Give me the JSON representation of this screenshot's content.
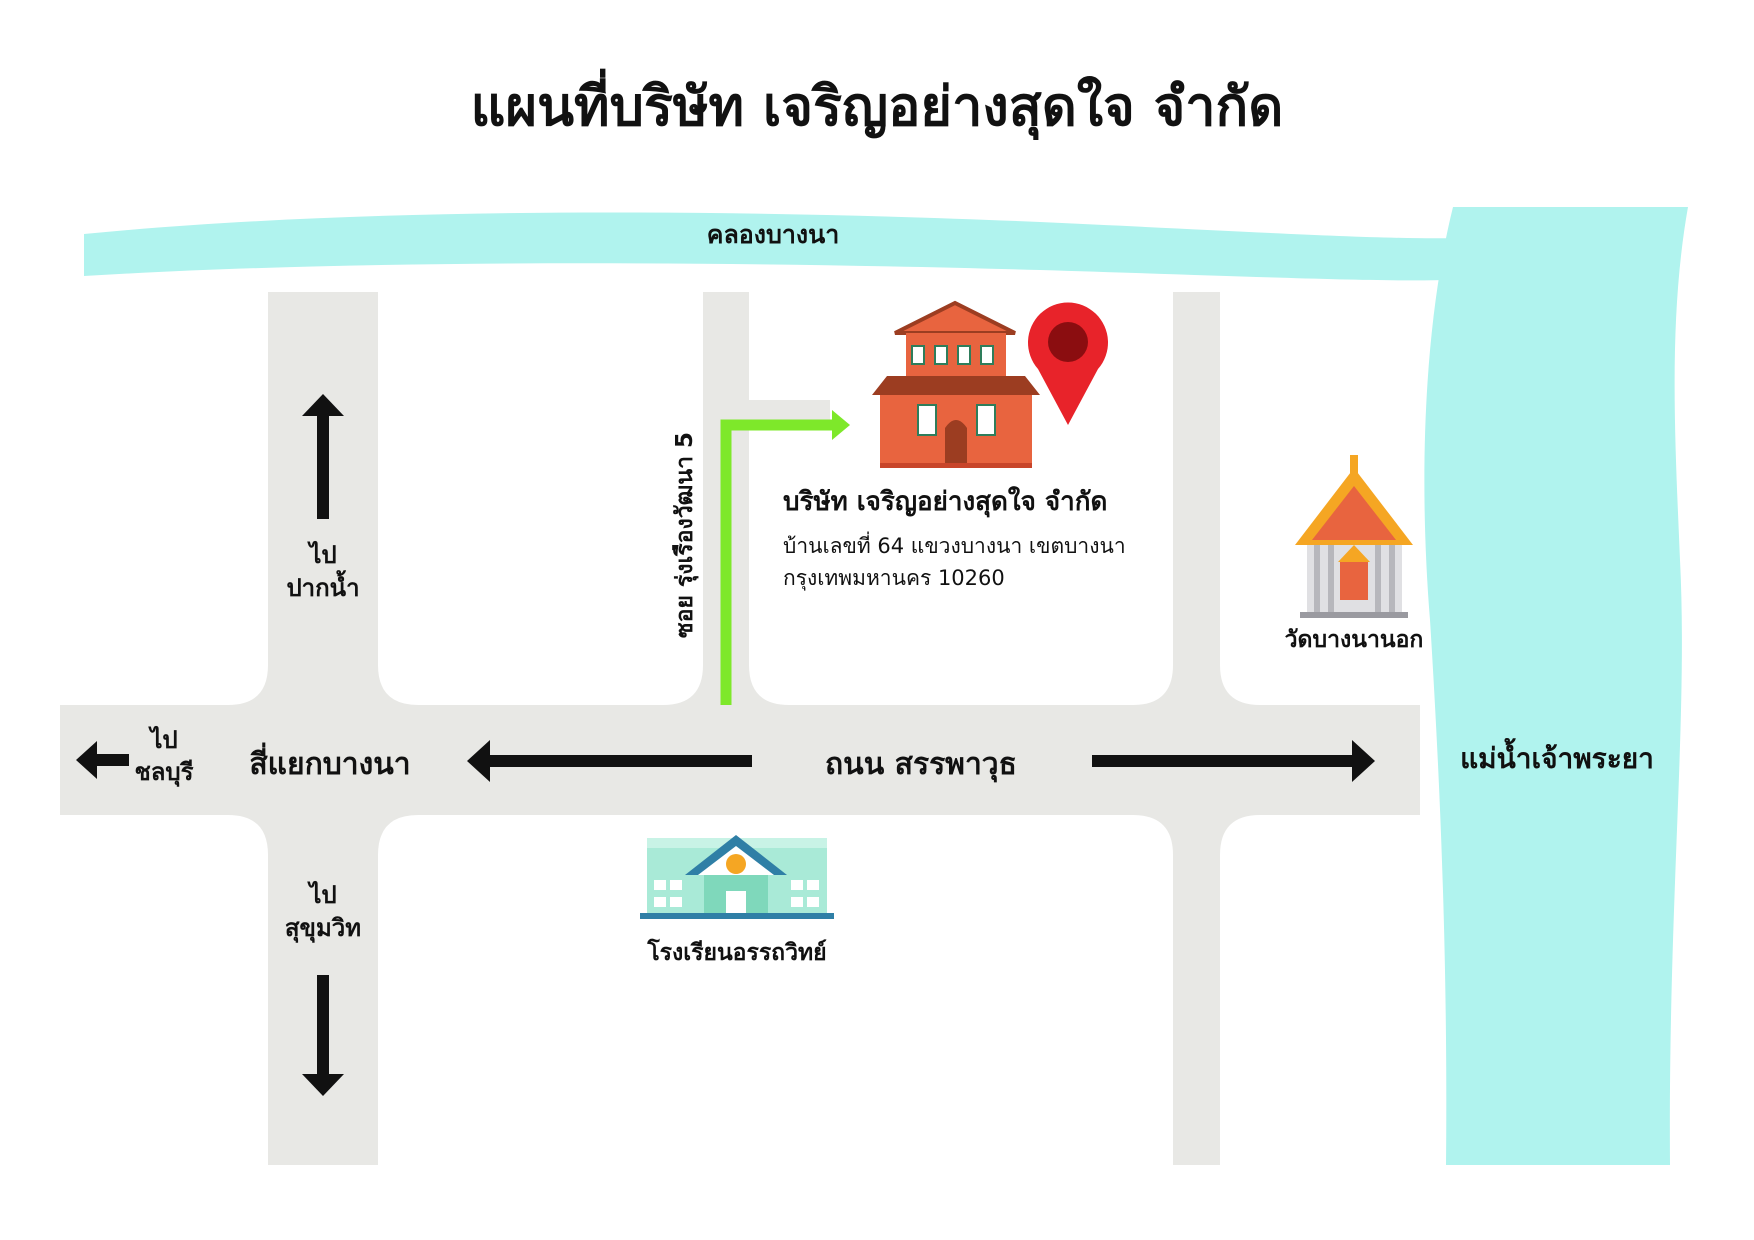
{
  "title": "แผนที่บริษัท เจริญอย่างสุดใจ จำกัด",
  "company": {
    "name": "บริษัท เจริญอย่างสุดใจ จำกัด",
    "address_line1": "บ้านเลขที่ 64 แขวงบางนา เขตบางนา",
    "address_line2": "กรุงเทพมหานคร 10260"
  },
  "waterways": {
    "canal": "คลองบางนา",
    "river": "แม่น้ำเจ้าพระยา"
  },
  "roads": {
    "main_road": "ถนน สรรพาวุธ",
    "soi": "ซอย รุ่งเรืองวัฒนา 5",
    "intersection": "สี่แยกบางนา"
  },
  "directions": {
    "north": {
      "line1": "ไป",
      "line2": "ปากน้ำ"
    },
    "west": {
      "line1": "ไป",
      "line2": "ชลบุรี"
    },
    "south": {
      "line1": "ไป",
      "line2": "สุขุมวิท"
    }
  },
  "landmarks": {
    "temple": "วัดบางนานอก",
    "school": "โรงเรียนอรรถวิทย์"
  },
  "colors": {
    "water": "#b0f3ee",
    "road": "#e8e8e5",
    "route": "#7ee82a",
    "arrow": "#111111",
    "pin": "#e8232a",
    "building": "#e8643f",
    "roof": "#9c3d21",
    "school": "#a9ead7",
    "temple_roof": "#f5a623"
  }
}
